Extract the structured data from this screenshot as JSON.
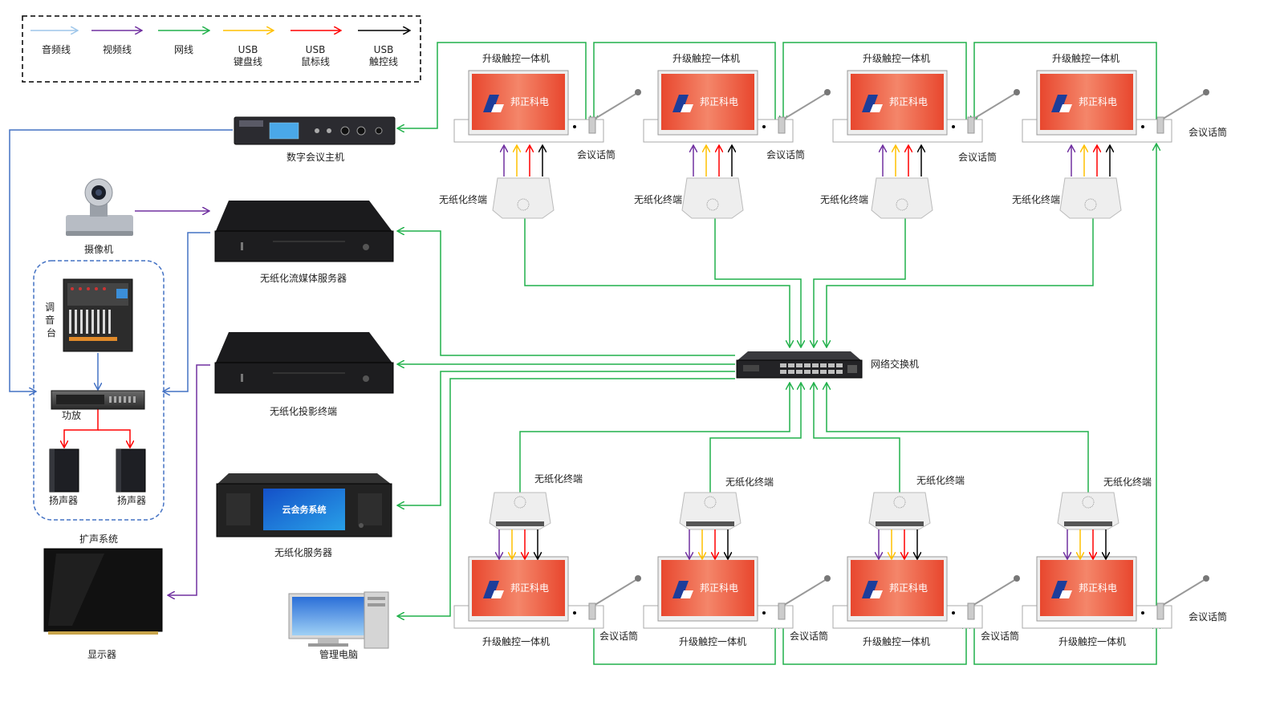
{
  "legend": {
    "items": [
      {
        "label": "音频线",
        "label2": "",
        "color": "#9ec6ea"
      },
      {
        "label": "视频线",
        "label2": "",
        "color": "#7030a0"
      },
      {
        "label": "网线",
        "label2": "",
        "color": "#21b14b"
      },
      {
        "label": "USB",
        "label2": "键盘线",
        "color": "#ffc000"
      },
      {
        "label": "USB",
        "label2": "鼠标线",
        "color": "#ff0000"
      },
      {
        "label": "USB",
        "label2": "触控线",
        "color": "#000000"
      }
    ]
  },
  "devices": {
    "conference_host": "数字会议主机",
    "camera": "摄像机",
    "mixer": "调音台",
    "amplifier": "功放",
    "speaker_left": "扬声器",
    "speaker_right": "扬声器",
    "sound_system": "扩声系统",
    "display": "显示器",
    "media_server": "无纸化流媒体服务器",
    "projection_terminal": "无纸化投影终端",
    "paperless_server": "无纸化服务器",
    "paperless_server_screen": "云会务系统",
    "management_pc": "管理电脑",
    "switch": "网络交换机"
  },
  "top_row": [
    {
      "unit": "升级触控一体机",
      "terminal": "无纸化终端",
      "mic": "会议话筒",
      "brand": "邦正科电"
    },
    {
      "unit": "升级触控一体机",
      "terminal": "无纸化终端",
      "mic": "会议话筒",
      "brand": "邦正科电"
    },
    {
      "unit": "升级触控一体机",
      "terminal": "无纸化终端",
      "mic": "会议话筒",
      "brand": "邦正科电"
    },
    {
      "unit": "升级触控一体机",
      "terminal": "无纸化终端",
      "mic": "会议话筒",
      "brand": "邦正科电"
    }
  ],
  "bottom_row": [
    {
      "unit": "升级触控一体机",
      "terminal": "无纸化终端",
      "mic": "会议话筒",
      "brand": "邦正科电"
    },
    {
      "unit": "升级触控一体机",
      "terminal": "无纸化终端",
      "mic": "会议话筒",
      "brand": "邦正科电"
    },
    {
      "unit": "升级触控一体机",
      "terminal": "无纸化终端",
      "mic": "会议话筒",
      "brand": "邦正科电"
    },
    {
      "unit": "升级触控一体机",
      "terminal": "无纸化终端",
      "mic": "会议话筒",
      "brand": "邦正科电"
    }
  ]
}
